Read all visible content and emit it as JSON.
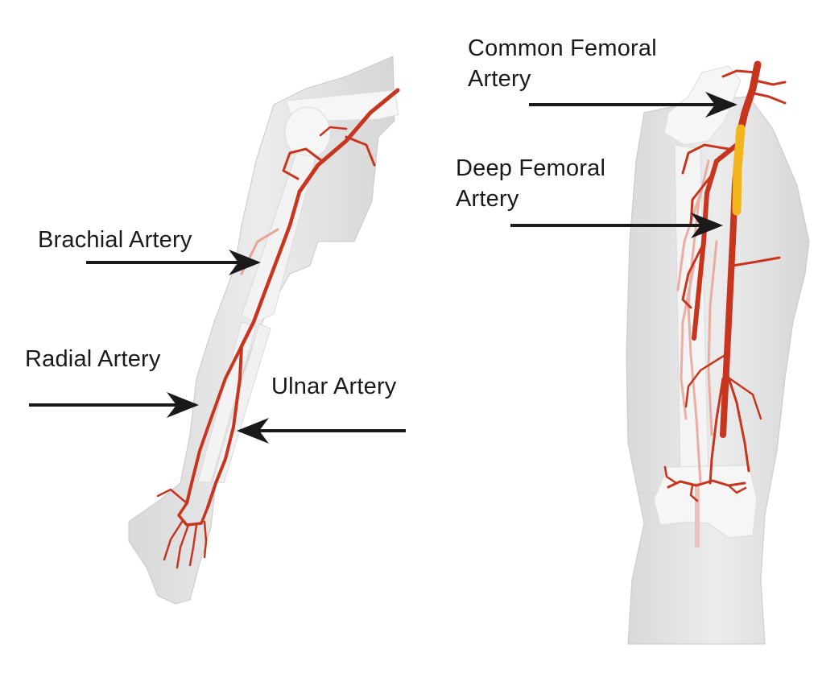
{
  "labels": {
    "brachial": "Brachial Artery",
    "radial": "Radial Artery",
    "ulnar": "Ulnar Artery",
    "common_femoral": [
      "Common Femoral",
      "Artery"
    ],
    "deep_femoral": [
      "Deep Femoral",
      "Artery"
    ]
  },
  "colors": {
    "artery": "#c8351f",
    "artery_light": "#e9a295",
    "limb": "#e3e3e3",
    "bone": "#f7f7f7",
    "graft": "#f2b61c",
    "arrow": "#1a1a1a"
  }
}
